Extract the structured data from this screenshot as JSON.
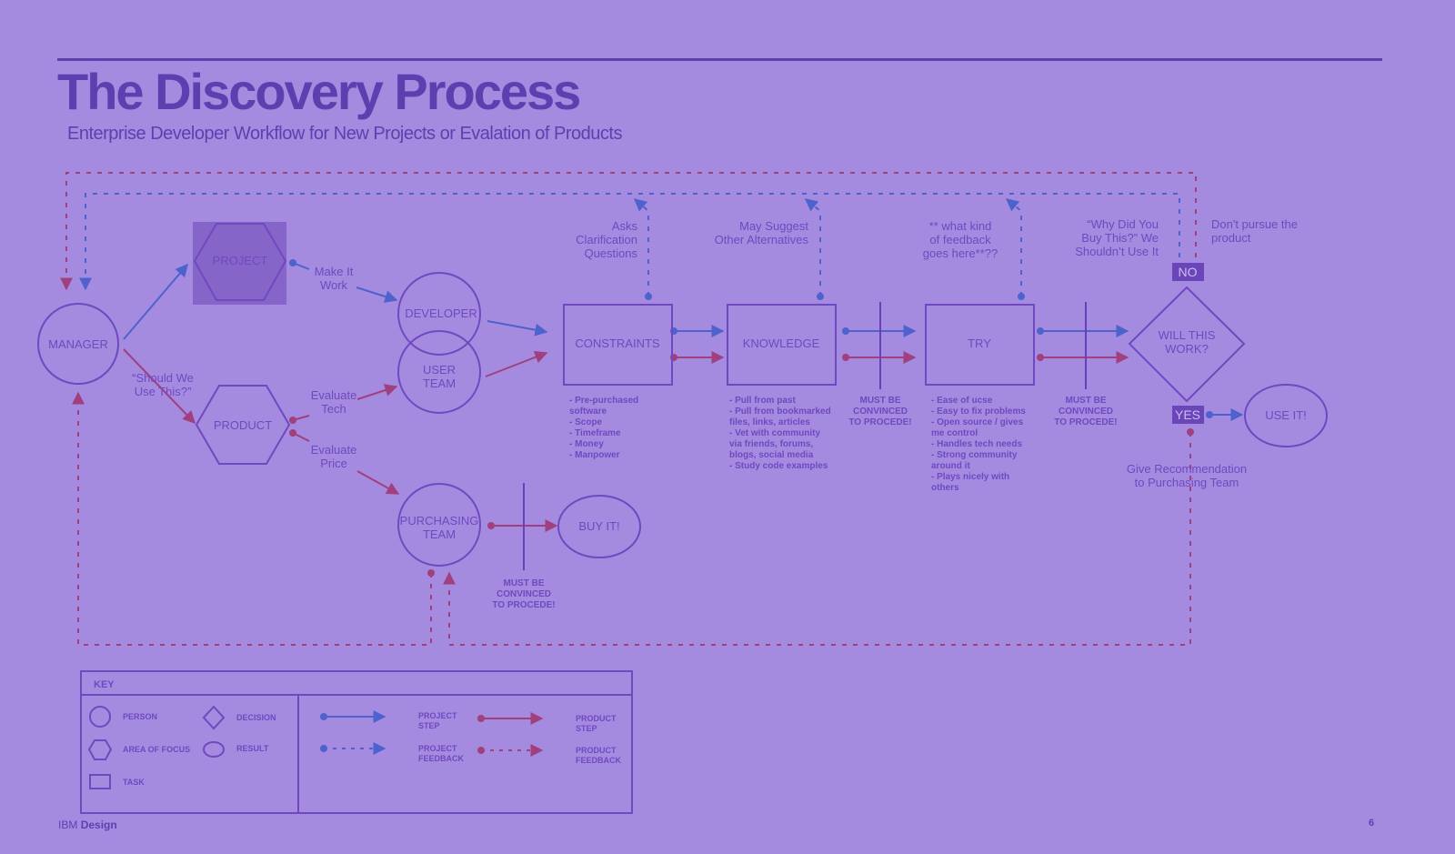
{
  "title": "The Discovery Process",
  "subtitle": "Enterprise Developer Workflow for New Projects or Evalation of Products",
  "nodes": {
    "manager": "MANAGER",
    "project": "PROJECT",
    "product": "PRODUCT",
    "developer": "DEVELOPER",
    "user_team": [
      "USER",
      "TEAM"
    ],
    "purchasing_team": [
      "PURCHASING",
      "TEAM"
    ],
    "buy_it": "BUY IT!",
    "constraints": "CONSTRAINTS",
    "knowledge": "KNOWLEDGE",
    "try": "TRY",
    "will_this_work": [
      "WILL THIS",
      "WORK?"
    ],
    "use_it": "USE IT!",
    "no": "NO",
    "yes": "YES"
  },
  "edge_labels": {
    "make_it_work": [
      "Make It",
      "Work"
    ],
    "should_we_use": [
      "“Should We",
      "Use This?”"
    ],
    "evaluate_tech": [
      "Evaluate",
      "Tech"
    ],
    "evaluate_price": [
      "Evaluate",
      "Price"
    ],
    "asks_clarification": [
      "Asks",
      "Clarification",
      "Questions"
    ],
    "may_suggest": [
      "May Suggest",
      "Other Alternatives"
    ],
    "what_kind_feedback": [
      "** what kind",
      "of feedback",
      "goes here**??"
    ],
    "why_did_you_buy": [
      "“Why Did You",
      "Buy This?” We",
      "Shouldn’t Use It"
    ],
    "dont_pursue": [
      "Don't pursue the",
      "product"
    ],
    "give_recommendation": [
      "Give Recommendation",
      "to Purchasing Team"
    ],
    "must_be_convinced": [
      "MUST BE",
      "CONVINCED",
      "TO PROCEDE!"
    ]
  },
  "notes": {
    "constraints": [
      "- Pre-purchased",
      "software",
      "- Scope",
      "- Timeframe",
      "- Money",
      "- Manpower"
    ],
    "knowledge": [
      "- Pull from past",
      "- Pull from bookmarked",
      "files, links, articles",
      "- Vet with community",
      "via  friends, forums,",
      "blogs, social media",
      "- Study code examples"
    ],
    "try": [
      "- Ease of ucse",
      "- Easy to fix problems",
      "- Open source / gives",
      "me control",
      "- Handles tech needs",
      "- Strong community",
      "around it",
      "- Plays nicely with",
      "others"
    ]
  },
  "key": {
    "title": "KEY",
    "person": "PERSON",
    "decision": "DECISION",
    "area_of_focus": "AREA OF FOCUS",
    "result": "RESULT",
    "task": "TASK",
    "project_step": [
      "PROJECT",
      "STEP"
    ],
    "project_feedback": [
      "PROJECT",
      "FEEDBACK"
    ],
    "product_step": [
      "PRODUCT",
      "STEP"
    ],
    "product_feedback": [
      "PRODUCT",
      "FEEDBACK"
    ]
  },
  "footer": {
    "brand_light": "IBM",
    "brand_bold": "Design",
    "page": "6"
  },
  "colors": {
    "background": "#a48be0",
    "shape_stroke": "#7048c0",
    "title": "#5e3fb0",
    "project_arrow": "#4d62cc",
    "product_arrow": "#a0407e",
    "highlight_fill": "#8566c8",
    "badge_fill": "#6a46b8"
  }
}
